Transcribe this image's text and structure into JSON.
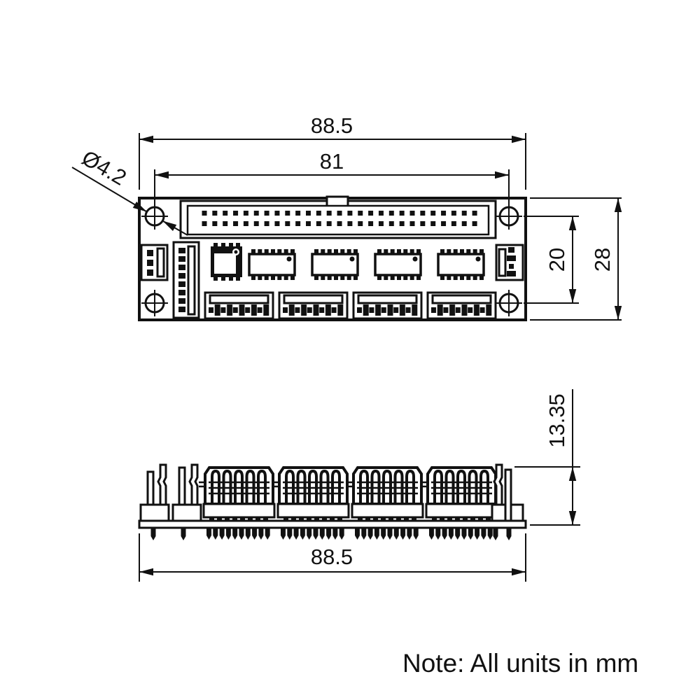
{
  "drawing": {
    "note": "Note: All units in mm",
    "colors": {
      "line": "#111111",
      "background": "#ffffff"
    },
    "dims": {
      "top_overall_width": "88.5",
      "hole_pitch_x": "81",
      "hole_diameter": "Ø4.2",
      "hole_pitch_y": "20",
      "board_height": "28",
      "profile_height": "13.35",
      "bottom_overall_width": "88.5"
    }
  }
}
